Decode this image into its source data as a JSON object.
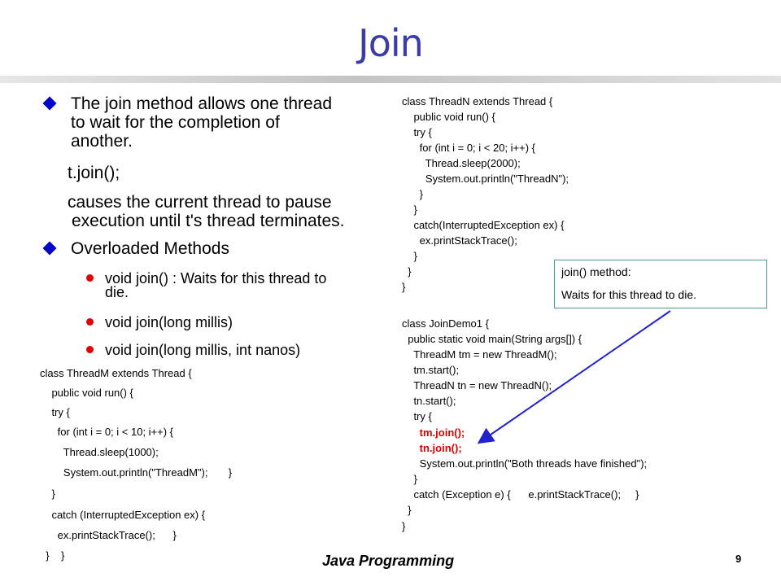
{
  "title": "Join",
  "bullets": {
    "b1_lines": [
      "The join method allows one thread",
      "to wait for the completion of",
      "another."
    ],
    "join_call": "t.join();",
    "pause_lines": [
      "causes the current thread to pause",
      "execution until t's thread terminates."
    ],
    "overloaded": "Overloaded Methods",
    "sub_items": [
      [
        "void join() : Waits for this thread to",
        "die."
      ],
      [
        "void join(long millis)"
      ],
      [
        " void join(long millis, int nanos)"
      ]
    ]
  },
  "code_m": [
    "class ThreadM extends Thread {",
    "    public void run() {",
    "    try {",
    "      for (int i = 0; i < 10; i++) {",
    "        Thread.sleep(1000);",
    "        System.out.println(\"ThreadM\");       }",
    "    }",
    "    catch (InterruptedException ex) {",
    "      ex.printStackTrace();      }",
    "  }    }"
  ],
  "code_n": [
    "class ThreadN extends Thread {",
    "    public void run() {",
    "    try {",
    "      for (int i = 0; i < 20; i++) {",
    "        Thread.sleep(2000);",
    "        System.out.println(\"ThreadN\");",
    "      }",
    "    }",
    "    catch(InterruptedException ex) {",
    "      ex.printStackTrace();",
    "    }",
    "  }",
    "}"
  ],
  "code_demo": [
    "class JoinDemo1 {",
    "  public static void main(String args[]) {",
    "    ThreadM tm = new ThreadM();",
    "    tm.start();",
    "    ThreadN tn = new ThreadN();",
    "    tn.start();",
    "    try {",
    "      tm.join();",
    "      tn.join();",
    "      System.out.println(\"Both threads have finished\");",
    "    }",
    "    catch (Exception e) {      e.printStackTrace();     }",
    "  }",
    "}"
  ],
  "callout": {
    "line1": "join() method:",
    "line2": "Waits for this thread to die."
  },
  "footer": "Java Programming",
  "page_number": "9",
  "colors": {
    "title": "#3c3ca8",
    "diamond_bullet": "#0000cc",
    "dot_bullet": "#e00000",
    "highlight_code": "#e00000",
    "arrow": "#2222cc"
  }
}
